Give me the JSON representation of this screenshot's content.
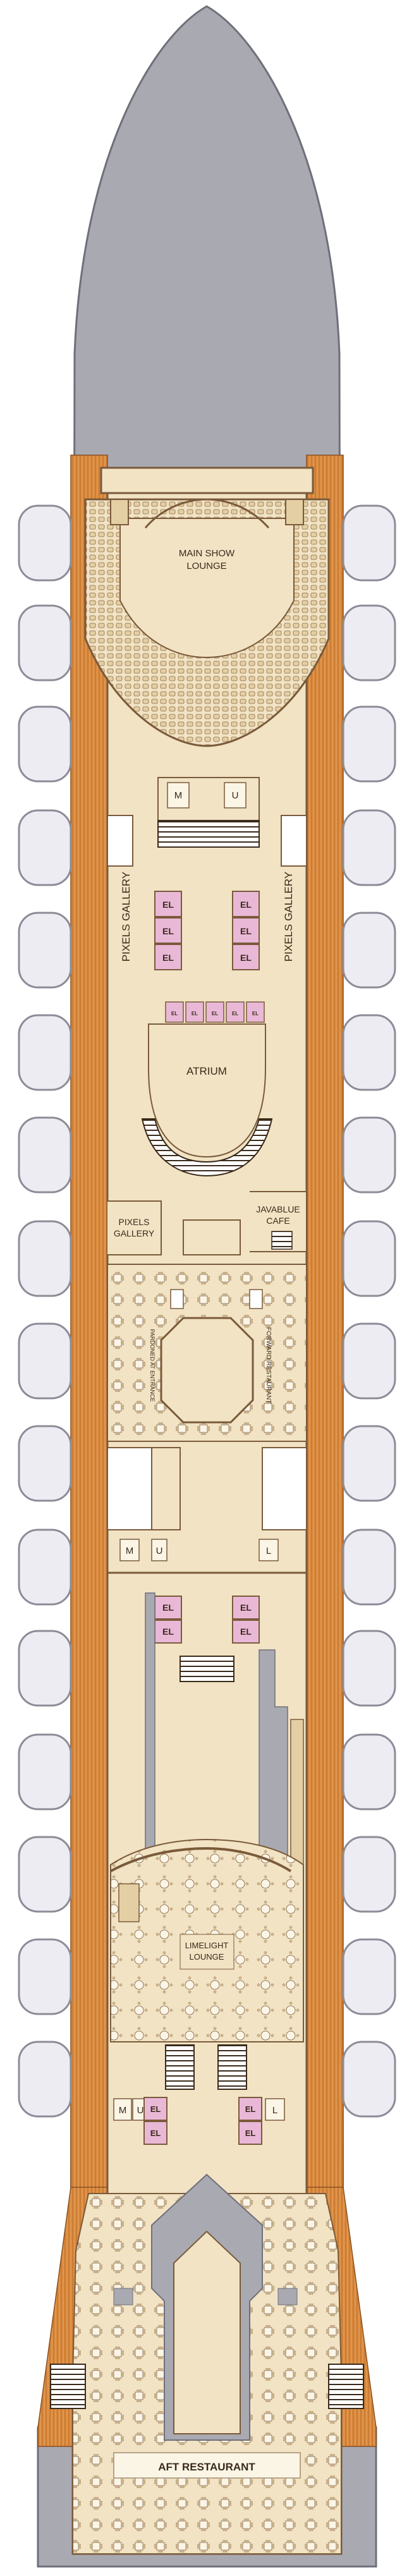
{
  "deck": {
    "venues": {
      "main_show_lounge_line1": "MAIN SHOW",
      "main_show_lounge_line2": "LOUNGE",
      "pixels_gallery_port": "PIXELS GALLERY",
      "pixels_gallery_starboard": "PIXELS GALLERY",
      "atrium": "ATRIUM",
      "pixels_gallery_small_line1": "PIXELS",
      "pixels_gallery_small_line2": "GALLERY",
      "javablue_cafe_line1": "JAVABLUE",
      "javablue_cafe_line2": "CAFE",
      "forward_restaurant": "FORWARD RESTAURANT",
      "restaurant_entrance": "PARDONED AT ENTRANCE",
      "limelight_lounge_line1": "LIMELIGHT",
      "limelight_lounge_line2": "LOUNGE",
      "aft_restaurant": "AFT RESTAURANT"
    },
    "restrooms": {
      "men": "M",
      "unisex": "U",
      "ladies": "L"
    },
    "elevator_label": "EL"
  },
  "colors": {
    "hull_gray": "#a9a9b1",
    "deck_wood": "#d98a3e",
    "floor_beige": "#f1e3c4",
    "wall_brown": "#7a5a3a",
    "elevator_pink": "#e9b8d7",
    "lifeboat_fill": "#ececf2",
    "lifeboat_stroke": "#8c8c98"
  }
}
